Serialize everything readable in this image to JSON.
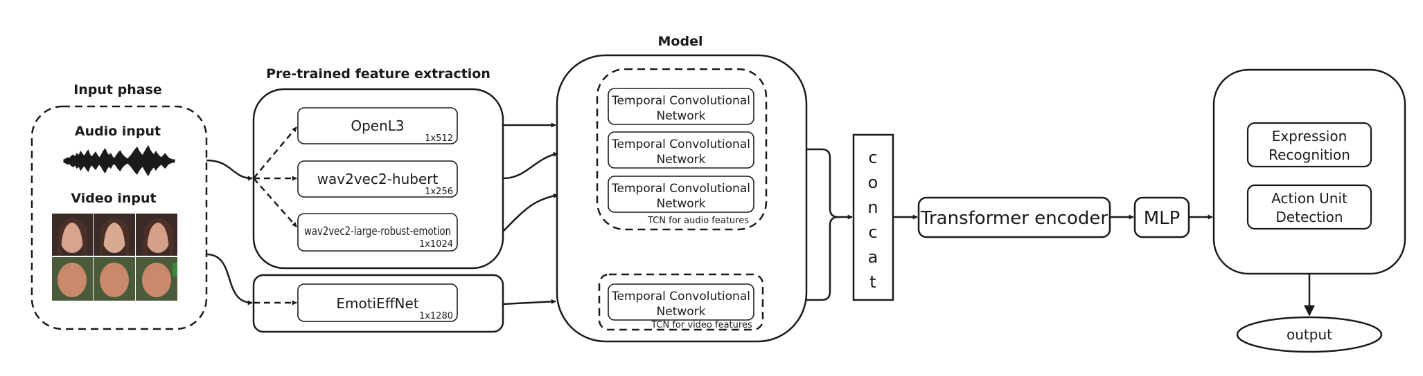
{
  "input_phase": {
    "title": "Input phase",
    "audio_label": "Audio input",
    "video_label": "Video input"
  },
  "feature_extraction": {
    "title": "Pre-trained feature extraction",
    "audio_models": [
      {
        "name": "OpenL3",
        "dim": "1x512"
      },
      {
        "name": "wav2vec2-hubert",
        "dim": "1x256"
      },
      {
        "name": "wav2vec2-large-robust-emotion",
        "dim": "1x1024"
      }
    ],
    "video_model": {
      "name": "EmotiEffNet",
      "dim": "1x1280"
    }
  },
  "model": {
    "title": "Model",
    "tcn_line1": "Temporal Convolutional",
    "tcn_line2": "Network",
    "audio_group_label": "TCN for audio features",
    "video_group_label": "TCN for video features"
  },
  "concat_letters": [
    "c",
    "o",
    "n",
    "c",
    "a",
    "t"
  ],
  "transformer_label": "Transformer encoder",
  "mlp_label": "MLP",
  "tasks": [
    {
      "line1": "Expression",
      "line2": "Recognition"
    },
    {
      "line1": "Action Unit",
      "line2": "Detection"
    }
  ],
  "output_label": "output",
  "colors": {
    "stroke": "#1a1a1a",
    "background": "#ffffff"
  }
}
